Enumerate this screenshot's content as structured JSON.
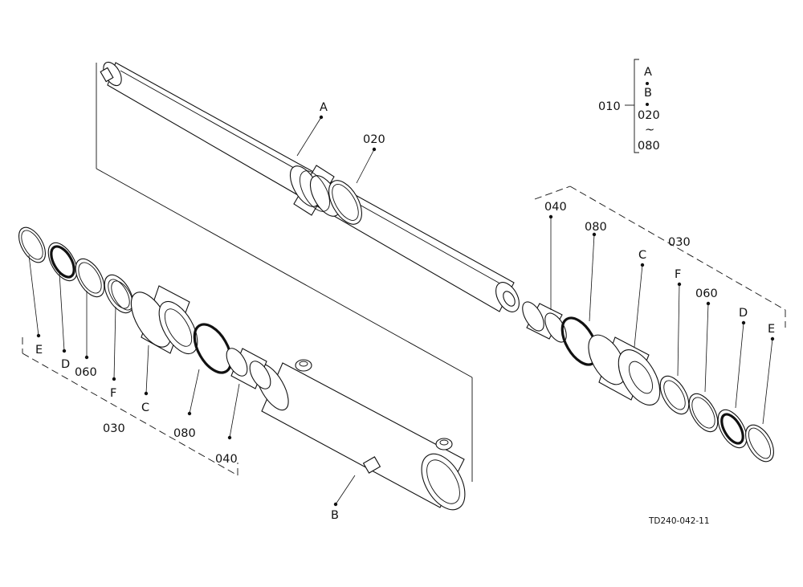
{
  "drawing": {
    "id": "TD240-042-11",
    "callouts": {
      "A_top": "A",
      "A_bracket": "A",
      "B_bracket": "B",
      "B_bottom": "B",
      "p010": "010",
      "p020_bracket": "020",
      "tilde": "~",
      "p080_bracket": "080",
      "p020_rod": "020",
      "L_E": "E",
      "L_D": "D",
      "L_060": "060",
      "L_F": "F",
      "L_C": "C",
      "L_030": "030",
      "L_080": "080",
      "L_040": "040",
      "R_040": "040",
      "R_080": "080",
      "R_030": "030",
      "R_C": "C",
      "R_F": "F",
      "R_060": "060",
      "R_D": "D",
      "R_E": "E"
    }
  }
}
